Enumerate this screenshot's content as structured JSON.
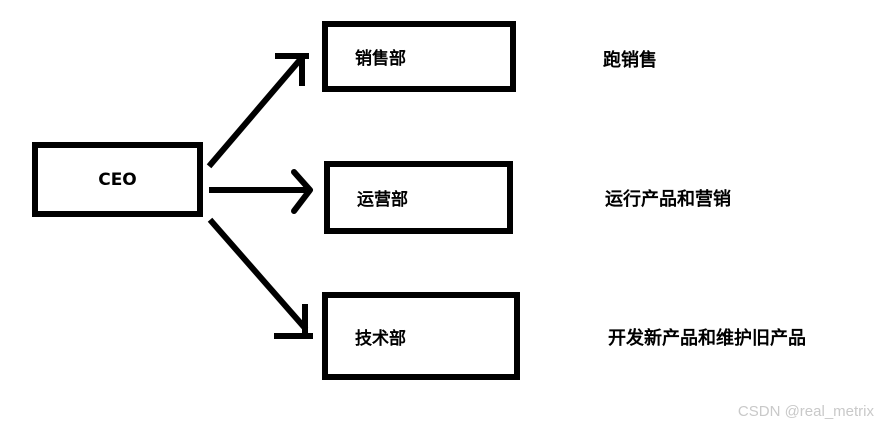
{
  "diagram": {
    "root": {
      "label": "CEO"
    },
    "departments": [
      {
        "label": "销售部",
        "description": "跑销售"
      },
      {
        "label": "运营部",
        "description": "运行产品和营销"
      },
      {
        "label": "技术部",
        "description": "开发新产品和维护旧产品"
      }
    ],
    "line_color": "#000000",
    "background_color": "#ffffff"
  },
  "watermark": {
    "text": "CSDN @real_metrix",
    "color": "#c9c9c9"
  }
}
